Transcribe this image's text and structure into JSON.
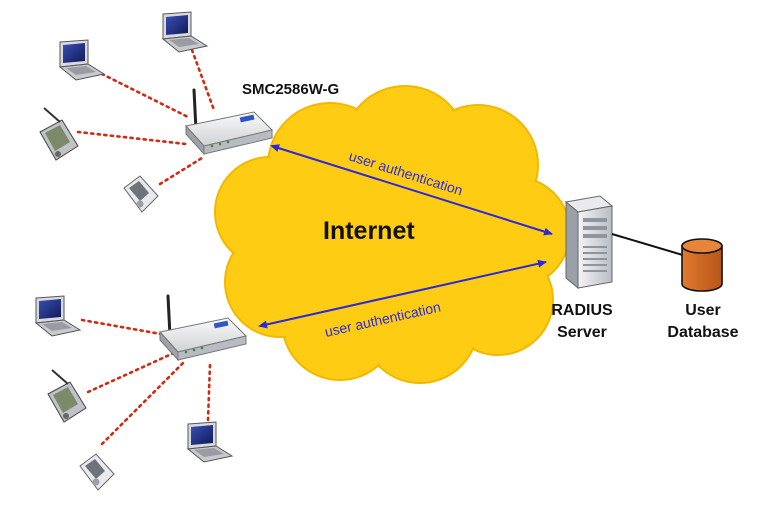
{
  "labels": {
    "ap_model": "SMC2586W-G",
    "internet": "Internet",
    "auth_top": "user authentication",
    "auth_bottom": "user authentication",
    "radius_line1": "RADIUS",
    "radius_line2": "Server",
    "db_line1": "User",
    "db_line2": "Database"
  },
  "colors": {
    "cloud": "#ffcc14",
    "cloud_edge": "#f2b800",
    "auth_line": "#2a2adc",
    "link_dots": "#d12a10",
    "database": "#d2691e",
    "label_text": "#111111"
  },
  "icons": {
    "access_point": "wireless-router-icon",
    "laptop": "laptop-icon",
    "pda": "handheld-pda-icon",
    "phone": "scanner-device-icon",
    "server": "server-tower-icon",
    "database": "database-cylinder-icon"
  }
}
